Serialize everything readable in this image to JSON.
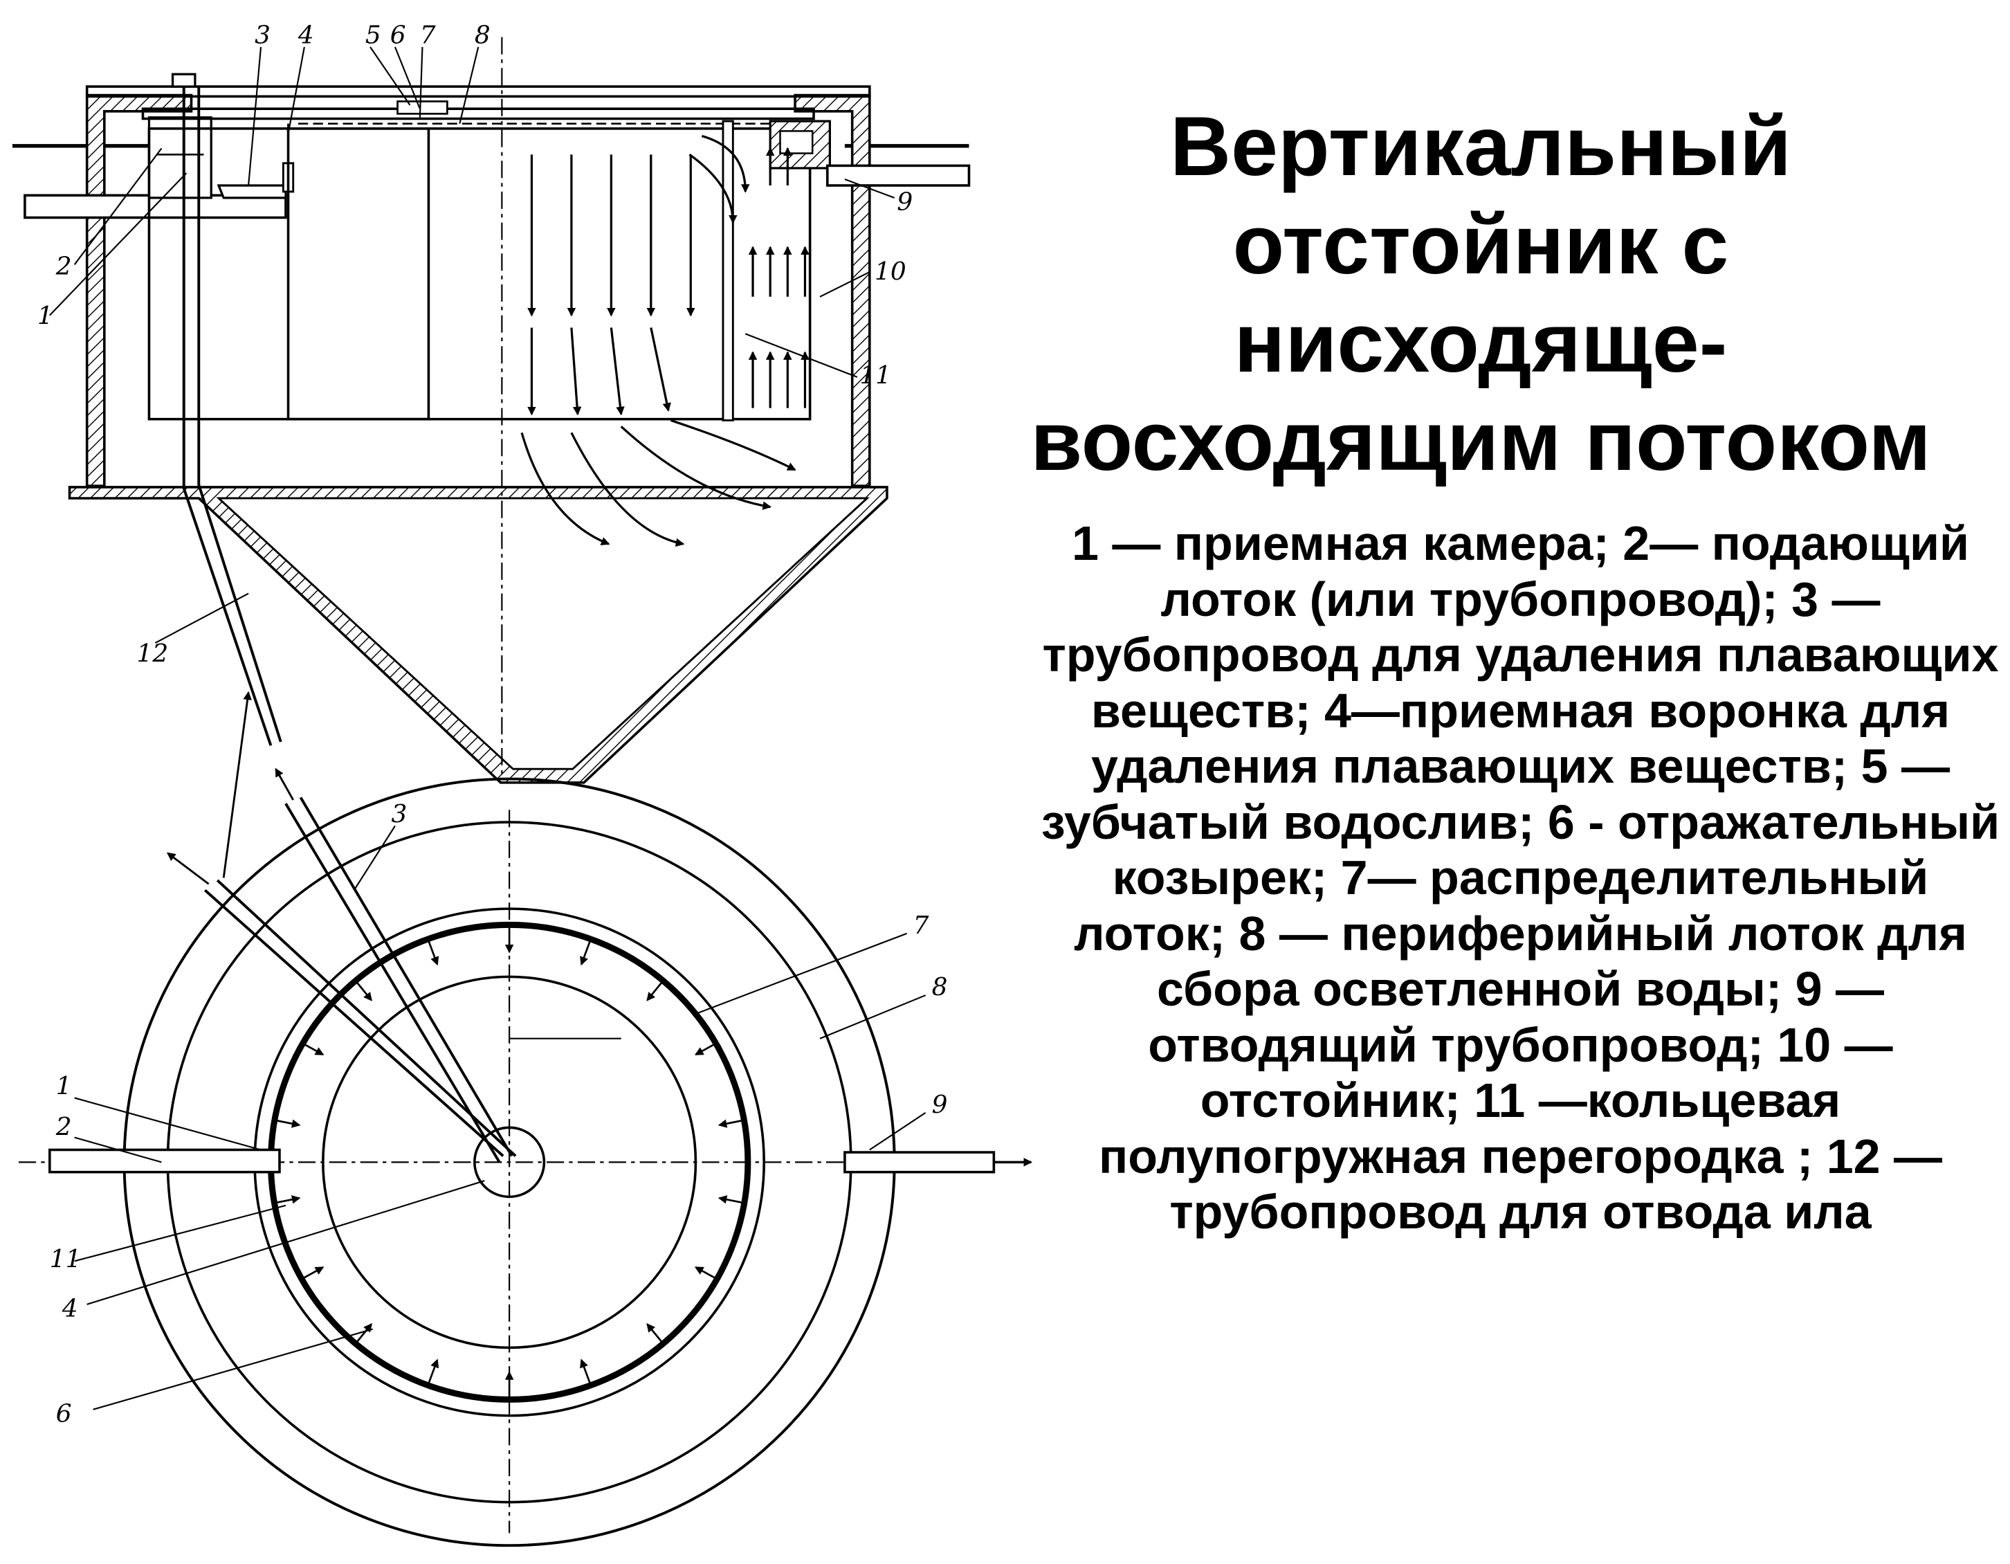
{
  "title_lines": [
    "Вертикальный",
    "отстойник с",
    "нисходяще-",
    "восходящим потоком"
  ],
  "legend_text": "1 — приемная камера; 2— подающий лоток (или трубопровод); 3 — трубопровод для удаления плавающих веществ; 4—приемная воронка для удаления плавающих веществ; 5 — зубчатый водослив; 6 - отражательный козырек; 7— распределительный лоток; 8 — периферийный лоток для сбора осветленной воды; 9 — отводящий трубопровод; 10 — отстойник; 11 —кольцевая полупогружная перегородка ; 12 — трубопровод для отвода ила",
  "section_labels": {
    "l1": "1",
    "l2": "2",
    "l3": "3",
    "l4": "4",
    "l5": "5",
    "l6": "6",
    "l7": "7",
    "l8": "8",
    "l9": "9",
    "l10": "10",
    "l11": "11",
    "l12": "12"
  },
  "plan_labels": {
    "l1": "1",
    "l2": "2",
    "l3": "3",
    "l4": "4",
    "l6": "6",
    "l7": "7",
    "l8": "8",
    "l9": "9",
    "l11": "11"
  },
  "colors": {
    "ink": "#000000",
    "paper": "#ffffff"
  }
}
